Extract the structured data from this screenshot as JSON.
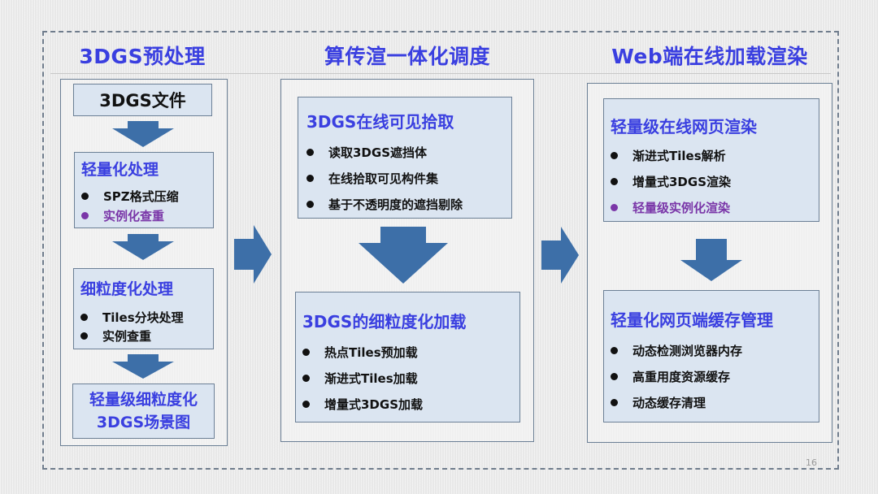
{
  "page_number": "16",
  "colors": {
    "title_blue": "#3a3fe0",
    "highlight_purple": "#7a36a8",
    "arrow_blue": "#3d6fa8",
    "box_fill": "#dbe5f1",
    "border": "#6b7f95"
  },
  "columns": [
    {
      "title": "3DGS预处理",
      "file_box": "3DGS文件",
      "steps": [
        {
          "title": "轻量化处理",
          "items": [
            {
              "label": "SPZ格式压缩",
              "highlight": false
            },
            {
              "label": "实例化查重",
              "highlight": true
            }
          ]
        },
        {
          "title": "细粒度化处理",
          "items": [
            {
              "label": "Tiles分块处理",
              "highlight": false
            },
            {
              "label": "实例查重",
              "highlight": false
            }
          ]
        }
      ],
      "result_box": {
        "line1": "轻量级细粒度化",
        "line2": "3DGS场景图"
      }
    },
    {
      "title": "算传渲一体化调度",
      "steps": [
        {
          "title": "3DGS在线可见拾取",
          "items": [
            {
              "label": "读取3DGS遮挡体",
              "highlight": false
            },
            {
              "label": "在线拾取可见构件集",
              "highlight": false
            },
            {
              "label": "基于不透明度的遮挡剔除",
              "highlight": false
            }
          ]
        },
        {
          "title": "3DGS的细粒度化加载",
          "items": [
            {
              "label": "热点Tiles预加载",
              "highlight": false
            },
            {
              "label": "渐进式Tiles加载",
              "highlight": false
            },
            {
              "label": "增量式3DGS加载",
              "highlight": false
            }
          ]
        }
      ]
    },
    {
      "title": "Web端在线加载渲染",
      "steps": [
        {
          "title": "轻量级在线网页渲染",
          "items": [
            {
              "label": "渐进式Tiles解析",
              "highlight": false
            },
            {
              "label": "增量式3DGS渲染",
              "highlight": false
            },
            {
              "label": "轻量级实例化渲染",
              "highlight": true
            }
          ]
        },
        {
          "title": "轻量化网页端缓存管理",
          "items": [
            {
              "label": "动态检测浏览器内存",
              "highlight": false
            },
            {
              "label": "高重用度资源缓存",
              "highlight": false
            },
            {
              "label": "动态缓存清理",
              "highlight": false
            }
          ]
        }
      ]
    }
  ]
}
